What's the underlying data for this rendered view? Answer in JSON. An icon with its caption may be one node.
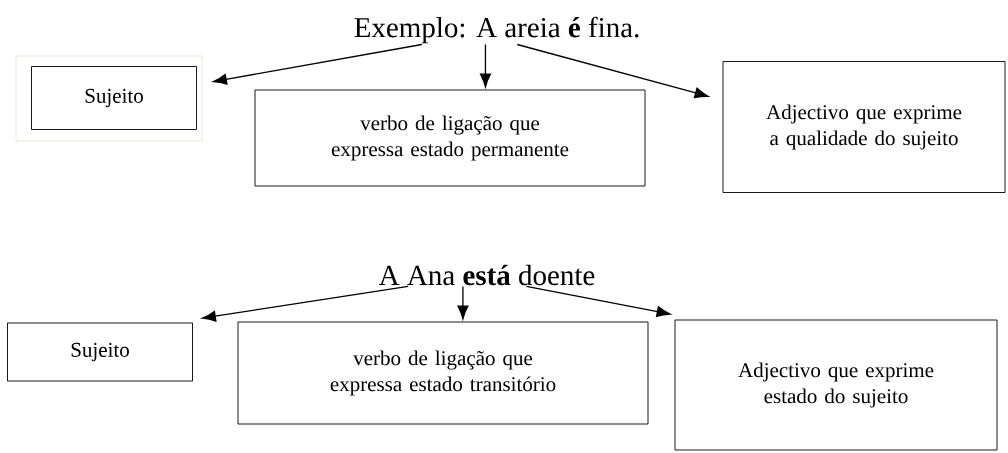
{
  "diagram": {
    "nodes": [
      {
        "text": [
          "Exemplo: A areia **é** fina."
        ]
      },
      {
        "text": [
          "Sujeito"
        ]
      },
      {
        "text": [
          "verbo de ligação que expressa estado permanente"
        ]
      },
      {
        "text": [
          "Adjectivo que exprime a qualidade do sujeito"
        ]
      },
      {
        "text": [
          "A Ana **está** doente"
        ]
      },
      {
        "text": [
          "Sujeito"
        ]
      },
      {
        "text": [
          "verbo de ligação que expressa estado transitório"
        ]
      },
      {
        "text": [
          "Adjectivo que exprime estado do sujeito"
        ]
      }
    ],
    "edges": [
      {
        "from": 0,
        "to": 1,
        "arrow": "to"
      },
      {
        "from": 0,
        "to": 2,
        "arrow": "to"
      },
      {
        "from": 0,
        "to": 3,
        "arrow": "to"
      },
      {
        "from": 4,
        "to": 5,
        "arrow": "to"
      },
      {
        "from": 4,
        "to": 6,
        "arrow": "to"
      },
      {
        "from": 4,
        "to": 7,
        "arrow": "to"
      }
    ]
  }
}
